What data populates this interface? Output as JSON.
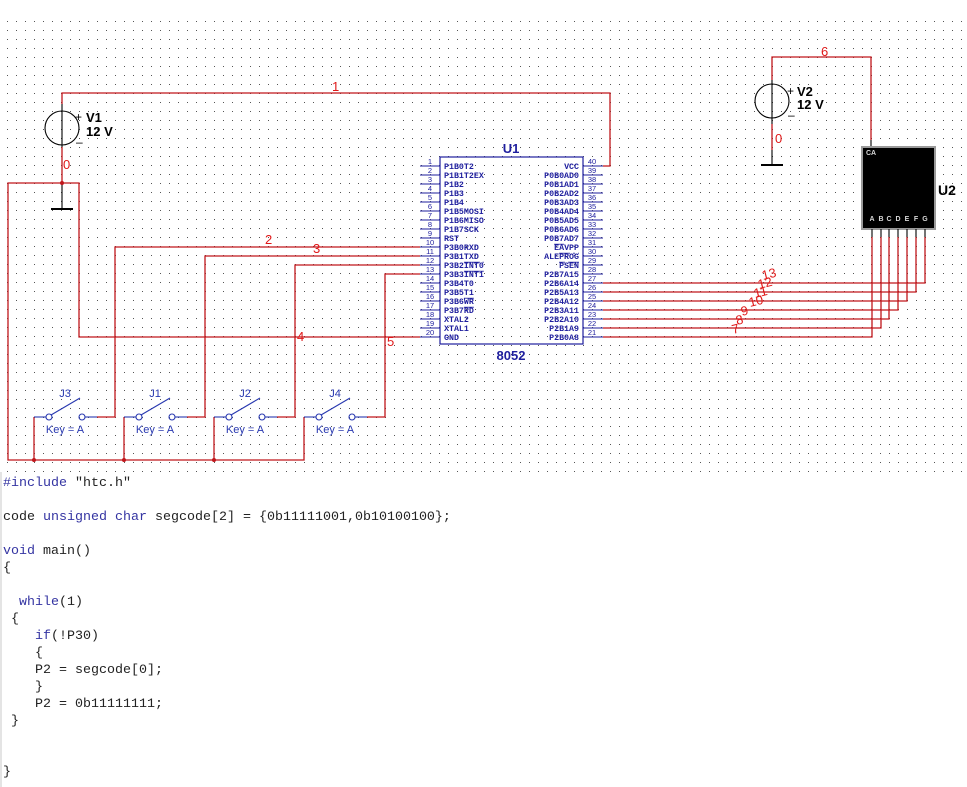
{
  "colors": {
    "wire": "#c0161b",
    "net_label": "#e01818",
    "component_blue": "#1e1e9e",
    "switch_blue": "#2838b0",
    "keyword": "#3434a2",
    "code_text": "#222222"
  },
  "schematic": {
    "v1": {
      "plus": "+",
      "ref": "V1",
      "value": "12 V",
      "minus": "–"
    },
    "v2": {
      "plus": "+",
      "ref": "V2",
      "value": "12 V",
      "minus": "–"
    },
    "u1": {
      "ref": "U1",
      "part": "8052",
      "left_pins": [
        {
          "num": "1",
          "label": "P1B0T2"
        },
        {
          "num": "2",
          "label": "P1B1T2EX"
        },
        {
          "num": "3",
          "label": "P1B2"
        },
        {
          "num": "4",
          "label": "P1B3"
        },
        {
          "num": "5",
          "label": "P1B4"
        },
        {
          "num": "6",
          "label": "P1B5MOSI"
        },
        {
          "num": "7",
          "label": "P1B6MISO"
        },
        {
          "num": "8",
          "label": "P1B7SCK"
        },
        {
          "num": "9",
          "label": "RST"
        },
        {
          "num": "10",
          "label": "P3B0RXD"
        },
        {
          "num": "11",
          "label": "P3B1TXD"
        },
        {
          "num": "12",
          "label": "P3B2INT0",
          "overline": "INT0"
        },
        {
          "num": "13",
          "label": "P3B3INT1",
          "overline": "INT1"
        },
        {
          "num": "14",
          "label": "P3B4T0"
        },
        {
          "num": "15",
          "label": "P3B5T1"
        },
        {
          "num": "16",
          "label": "P3B6WR",
          "overline": "WR"
        },
        {
          "num": "17",
          "label": "P3B7RD",
          "overline": "RD"
        },
        {
          "num": "18",
          "label": "XTAL2"
        },
        {
          "num": "19",
          "label": "XTAL1"
        },
        {
          "num": "20",
          "label": "GND"
        }
      ],
      "right_pins": [
        {
          "num": "40",
          "label": "VCC"
        },
        {
          "num": "39",
          "label": "P0B0AD0"
        },
        {
          "num": "38",
          "label": "P0B1AD1"
        },
        {
          "num": "37",
          "label": "P0B2AD2"
        },
        {
          "num": "36",
          "label": "P0B3AD3"
        },
        {
          "num": "35",
          "label": "P0B4AD4"
        },
        {
          "num": "34",
          "label": "P0B5AD5"
        },
        {
          "num": "33",
          "label": "P0B6AD6"
        },
        {
          "num": "32",
          "label": "P0B7AD7"
        },
        {
          "num": "31",
          "label": "EAVPP",
          "overline": "EA"
        },
        {
          "num": "30",
          "label": "ALEPROG",
          "overline": "PROG"
        },
        {
          "num": "29",
          "label": "PSEN",
          "overline": "PSEN"
        },
        {
          "num": "28",
          "label": "P2B7A15"
        },
        {
          "num": "27",
          "label": "P2B6A14"
        },
        {
          "num": "26",
          "label": "P2B5A13"
        },
        {
          "num": "25",
          "label": "P2B4A12"
        },
        {
          "num": "24",
          "label": "P2B3A11"
        },
        {
          "num": "23",
          "label": "P2B2A10"
        },
        {
          "num": "22",
          "label": "P2B1A9"
        },
        {
          "num": "21",
          "label": "P2B0A8"
        }
      ]
    },
    "u2": {
      "ref": "U2",
      "common_pin": "CA",
      "segment_pins": [
        "A",
        "B",
        "C",
        "D",
        "E",
        "F",
        "G"
      ]
    },
    "switches": [
      {
        "ref": "J3",
        "key": "Key = A"
      },
      {
        "ref": "J1",
        "key": "Key = A"
      },
      {
        "ref": "J2",
        "key": "Key = A"
      },
      {
        "ref": "J4",
        "key": "Key = A"
      }
    ],
    "net_labels": {
      "v1_supply": "1",
      "v1_ground": "0",
      "p3_0": "2",
      "p3_1": "3",
      "p3_2": "4",
      "p3_3": "5",
      "v2_supply": "6",
      "v2_ground": "0",
      "seg_a": "7",
      "seg_b": "8",
      "seg_c": "9",
      "seg_d": "10",
      "seg_e": "11",
      "seg_f": "12",
      "seg_g": "13"
    }
  },
  "code": {
    "lines": [
      [
        [
          "#include",
          "k"
        ],
        [
          " \"htc.h\"",
          ""
        ]
      ],
      [],
      [
        [
          "code ",
          ""
        ],
        [
          "unsigned",
          "k"
        ],
        [
          " ",
          ""
        ],
        [
          "char",
          "k"
        ],
        [
          " segcode[2] = {0b11111001,0b10100100};",
          ""
        ]
      ],
      [],
      [
        [
          "void",
          "k"
        ],
        [
          " main()",
          ""
        ]
      ],
      [
        [
          "{",
          ""
        ]
      ],
      [],
      [
        [
          "  ",
          ""
        ],
        [
          "while",
          "k"
        ],
        [
          "(1)",
          ""
        ]
      ],
      [
        [
          " {",
          ""
        ]
      ],
      [
        [
          "    ",
          ""
        ],
        [
          "if",
          "k"
        ],
        [
          "(!P30)",
          ""
        ]
      ],
      [
        [
          "    {",
          ""
        ]
      ],
      [
        [
          "    P2 = segcode[0];",
          ""
        ]
      ],
      [
        [
          "    }",
          ""
        ]
      ],
      [
        [
          "    P2 = 0b11111111;",
          ""
        ]
      ],
      [
        [
          " }",
          ""
        ]
      ],
      [],
      [],
      [
        [
          "}",
          ""
        ]
      ]
    ]
  }
}
